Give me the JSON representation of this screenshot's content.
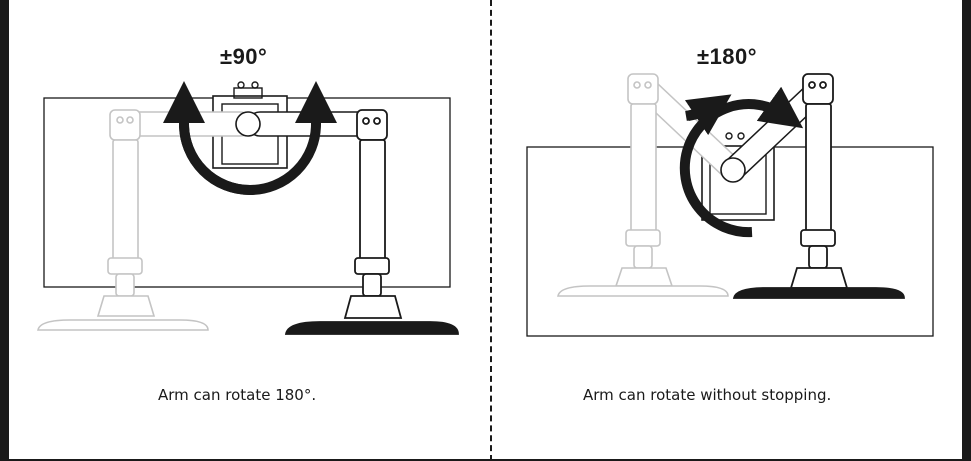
{
  "panels": [
    {
      "angle_label": "±90°",
      "caption": "Arm can rotate 180°."
    },
    {
      "angle_label": "±180°",
      "caption": "Arm can rotate without stopping."
    }
  ],
  "colors": {
    "ink": "#1a1a1a",
    "faded": "#c4c4c4"
  },
  "icons": {
    "rotation_arrow": "circular-arrow-icon",
    "monitor": "monitor-icon",
    "arm": "monitor-arm-icon",
    "base": "desk-base-icon"
  }
}
